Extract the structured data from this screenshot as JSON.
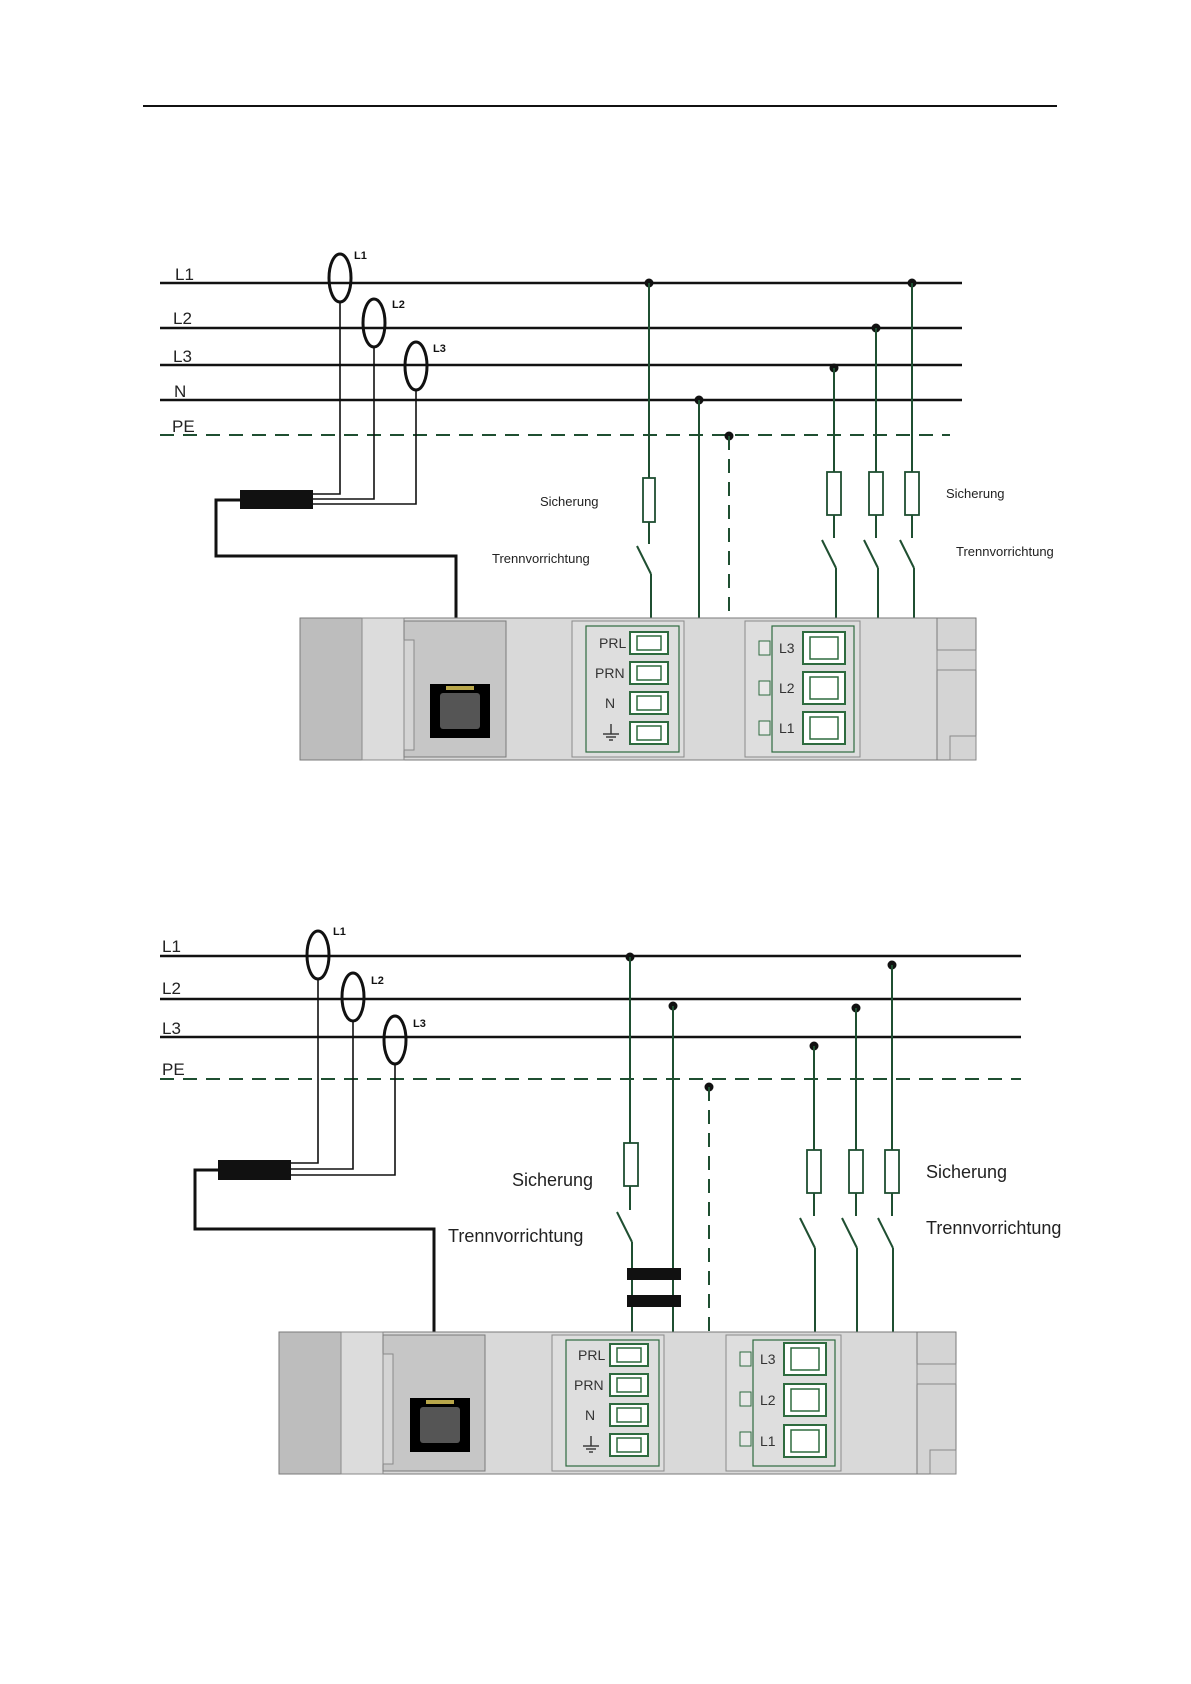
{
  "colors": {
    "wire": "#1f4f31",
    "bus": "#111111",
    "housing": "#d9d9d9",
    "housing_dark": "#bdbdbd",
    "terminal_green": "#2e6b3f"
  },
  "diagram1": {
    "lines": {
      "l1": "L1",
      "l2": "L2",
      "l3": "L3",
      "n": "N",
      "pe": "PE"
    },
    "ct": {
      "l1": "L1",
      "l2": "L2",
      "l3": "L3"
    },
    "fuse_label_left": "Sicherung",
    "disconnect_label_left": "Trennvorrichtung",
    "fuse_label_right": "Sicherung",
    "disconnect_label_right": "Trennvorrichtung",
    "terminals_left": {
      "prl": "PRL",
      "prn": "PRN",
      "n": "N"
    },
    "terminals_right": {
      "l3": "L3",
      "l2": "L2",
      "l1": "L1"
    }
  },
  "diagram2": {
    "lines": {
      "l1": "L1",
      "l2": "L2",
      "l3": "L3",
      "pe": "PE"
    },
    "ct": {
      "l1": "L1",
      "l2": "L2",
      "l3": "L3"
    },
    "fuse_label_left": "Sicherung",
    "disconnect_label_left": "Trennvorrichtung",
    "fuse_label_right": "Sicherung",
    "disconnect_label_right": "Trennvorrichtung",
    "terminals_left": {
      "prl": "PRL",
      "prn": "PRN",
      "n": "N"
    },
    "terminals_right": {
      "l3": "L3",
      "l2": "L2",
      "l1": "L1"
    }
  }
}
